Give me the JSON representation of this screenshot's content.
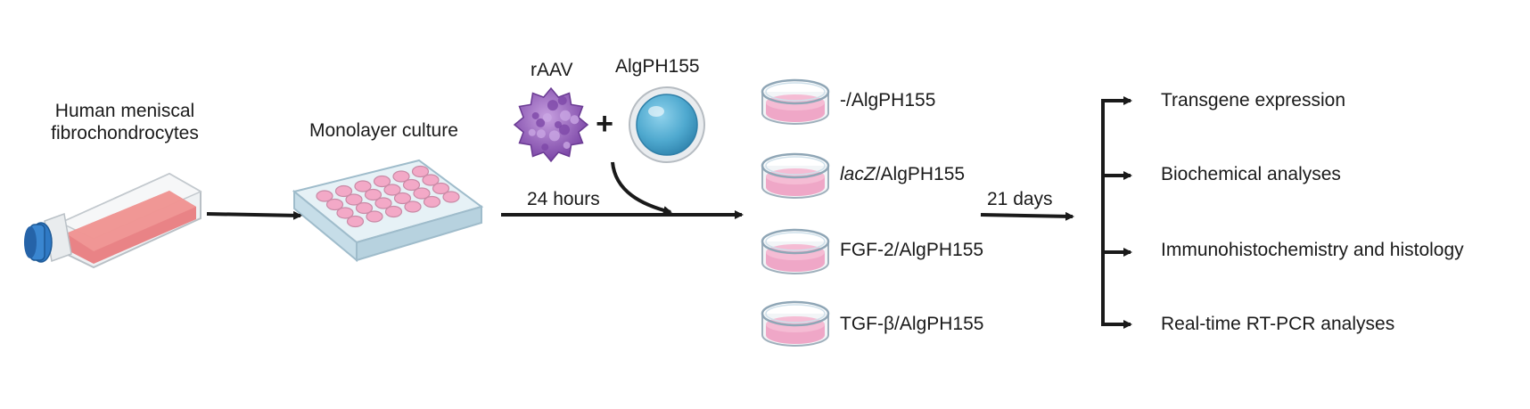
{
  "source": {
    "line1": "Human meniscal",
    "line2": "fibrochondrocytes"
  },
  "culture": {
    "label": "Monolayer culture"
  },
  "vector": {
    "label": "rAAV"
  },
  "hydrogel": {
    "label": "AlgPH155"
  },
  "plus_sign": "+",
  "step1": {
    "duration": "24 hours"
  },
  "step2": {
    "duration": "21 days"
  },
  "groups": [
    {
      "prefix": "-/",
      "prefix_italic": "",
      "suffix": "AlgPH155"
    },
    {
      "prefix": "",
      "prefix_italic": "lacZ",
      "suffix": "/AlgPH155"
    },
    {
      "prefix": "FGF-2/",
      "prefix_italic": "",
      "suffix": "AlgPH155"
    },
    {
      "prefix": "TGF-β/",
      "prefix_italic": "",
      "suffix": "AlgPH155"
    }
  ],
  "analyses": [
    "Transgene expression",
    "Biochemical analyses",
    "Immunohistochemistry and histology",
    "Real-time RT-PCR analyses"
  ],
  "colors": {
    "arrow": "#1a1a1a",
    "flask_medium": "#e8777a",
    "flask_cap": "#2f79c4",
    "plate_body": "#d3e6ee",
    "well_pink": "#f3a9c7",
    "virus": "#9a62bf",
    "hydrogel_blue": "#4fa9cf",
    "dish_pink": "#ee9fc1"
  }
}
